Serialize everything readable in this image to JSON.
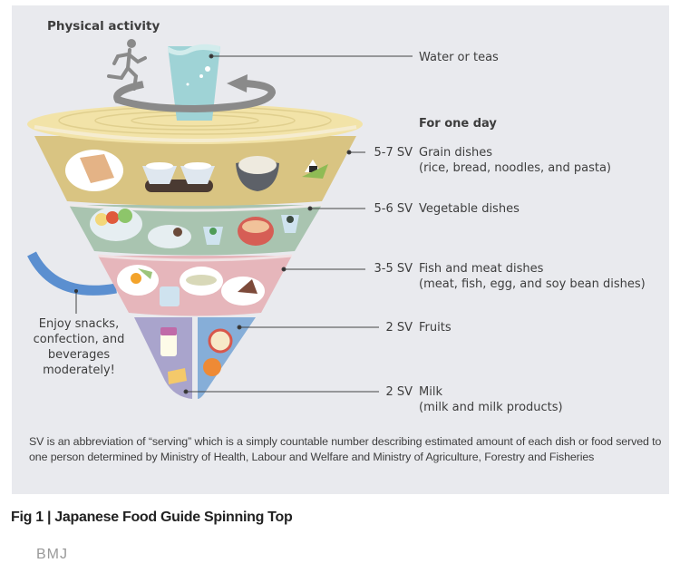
{
  "figure": {
    "title_top": "Physical activity",
    "water_label": "Water or teas",
    "for_one_day": "For one day",
    "groups": [
      {
        "key": "grain",
        "servings": "5-7 SV",
        "name": "Grain dishes",
        "detail": "(rice, bread, noodles, and pasta)",
        "color": "#d9c482"
      },
      {
        "key": "vegetable",
        "servings": "5-6 SV",
        "name": "Vegetable dishes",
        "detail": "",
        "color": "#a9c4b0"
      },
      {
        "key": "fish_meat",
        "servings": "3-5 SV",
        "name": "Fish and meat dishes",
        "detail": "(meat, fish, egg, and soy bean dishes)",
        "color": "#e6b6bb"
      },
      {
        "key": "fruits",
        "servings": "2 SV",
        "name": "Fruits",
        "detail": "",
        "color": "#86aed8"
      },
      {
        "key": "milk",
        "servings": "2 SV",
        "name": "Milk",
        "detail": "(milk and milk products)",
        "color": "#a9a4cc"
      }
    ],
    "snack_note": [
      "Enjoy snacks,",
      "confection, and",
      "beverages",
      "moderately!"
    ],
    "colors": {
      "panel": "#e9eaee",
      "top_disk": "#f2e3a8",
      "water": "#9fd3d6",
      "arrow": "#8a8a8a",
      "runner": "#8a8a8a",
      "snack_band": "#5b8fd0"
    },
    "footnote": "SV is an abbreviation of “serving” which is a simply countable number describing estimated amount of each dish or food served to one person determined by Ministry of Health, Labour and Welfare and Ministry of Agriculture, Forestry and Fisheries"
  },
  "caption": "Fig 1 | Japanese Food Guide Spinning Top",
  "brand": "BMJ"
}
